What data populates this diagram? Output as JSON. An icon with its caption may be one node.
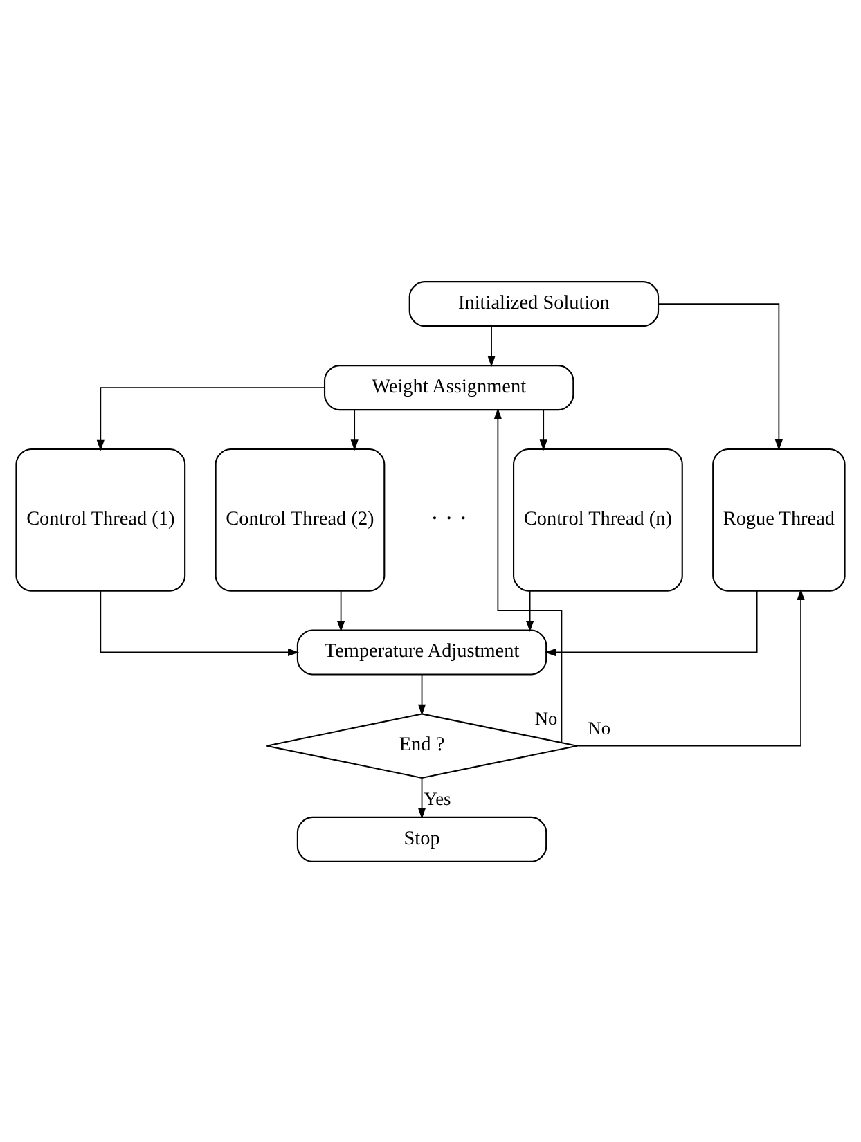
{
  "diagram": {
    "nodes": [
      {
        "text": [
          "Initialized Solution"
        ]
      },
      {
        "text": [
          "Weight Assignment"
        ]
      },
      {
        "text": [
          "Control Thread (1)"
        ]
      },
      {
        "text": [
          "Control Thread (2)"
        ]
      },
      {
        "text": [
          "Control Thread (n)"
        ]
      },
      {
        "text": [
          "Rogue Thread"
        ]
      },
      {
        "text": [
          "Temperature Adjustment"
        ]
      },
      {
        "text": [
          "End ?"
        ]
      },
      {
        "text": [
          "Stop"
        ]
      }
    ],
    "edges": [
      {
        "from": 0,
        "to": 1,
        "arrow": "to"
      },
      {
        "from": 0,
        "to": 5,
        "arrow": "to"
      },
      {
        "from": 1,
        "to": 2,
        "arrow": "to"
      },
      {
        "from": 1,
        "to": 3,
        "arrow": "to"
      },
      {
        "from": 1,
        "to": 4,
        "arrow": "to"
      },
      {
        "from": 2,
        "to": 6,
        "arrow": "to"
      },
      {
        "from": 3,
        "to": 6,
        "arrow": "to"
      },
      {
        "from": 4,
        "to": 6,
        "arrow": "to"
      },
      {
        "from": 5,
        "to": 6,
        "arrow": "to"
      },
      {
        "from": 6,
        "to": 7,
        "arrow": "to"
      },
      {
        "from": 7,
        "to": 1,
        "label": "No",
        "arrow": "to"
      },
      {
        "from": 7,
        "to": 5,
        "label": "No",
        "arrow": "to"
      },
      {
        "from": 7,
        "to": 8,
        "label": "Yes",
        "arrow": "to"
      }
    ],
    "labels": [
      "· · ·"
    ]
  }
}
